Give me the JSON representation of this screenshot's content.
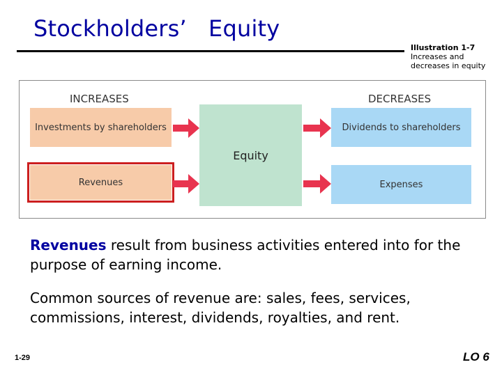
{
  "title": "Stockholders’   Equity",
  "illustration": {
    "label": "Illustration 1-7",
    "caption": "Increases and decreases in equity"
  },
  "diagram": {
    "increases_heading": "INCREASES",
    "decreases_heading": "DECREASES",
    "increases": [
      "Investments by shareholders",
      "Revenues"
    ],
    "center": "Equity",
    "decreases": [
      "Dividends to shareholders",
      "Expenses"
    ],
    "highlighted_item": "Revenues",
    "colors": {
      "increase_box": "#f7cba9",
      "decrease_box": "#a9d8f5",
      "equity_box": "#bfe3cf",
      "arrow": "#e8344f",
      "highlight_outline": "#cc1f1f"
    }
  },
  "paragraph1": {
    "term": "Revenues",
    "text": " result from business activities entered into for the purpose of earning income."
  },
  "paragraph2": "Common sources of revenue are: sales, fees, services, commissions, interest, dividends, royalties, and rent.",
  "footer": {
    "page": "1-29",
    "learning_objective": "LO 6"
  }
}
